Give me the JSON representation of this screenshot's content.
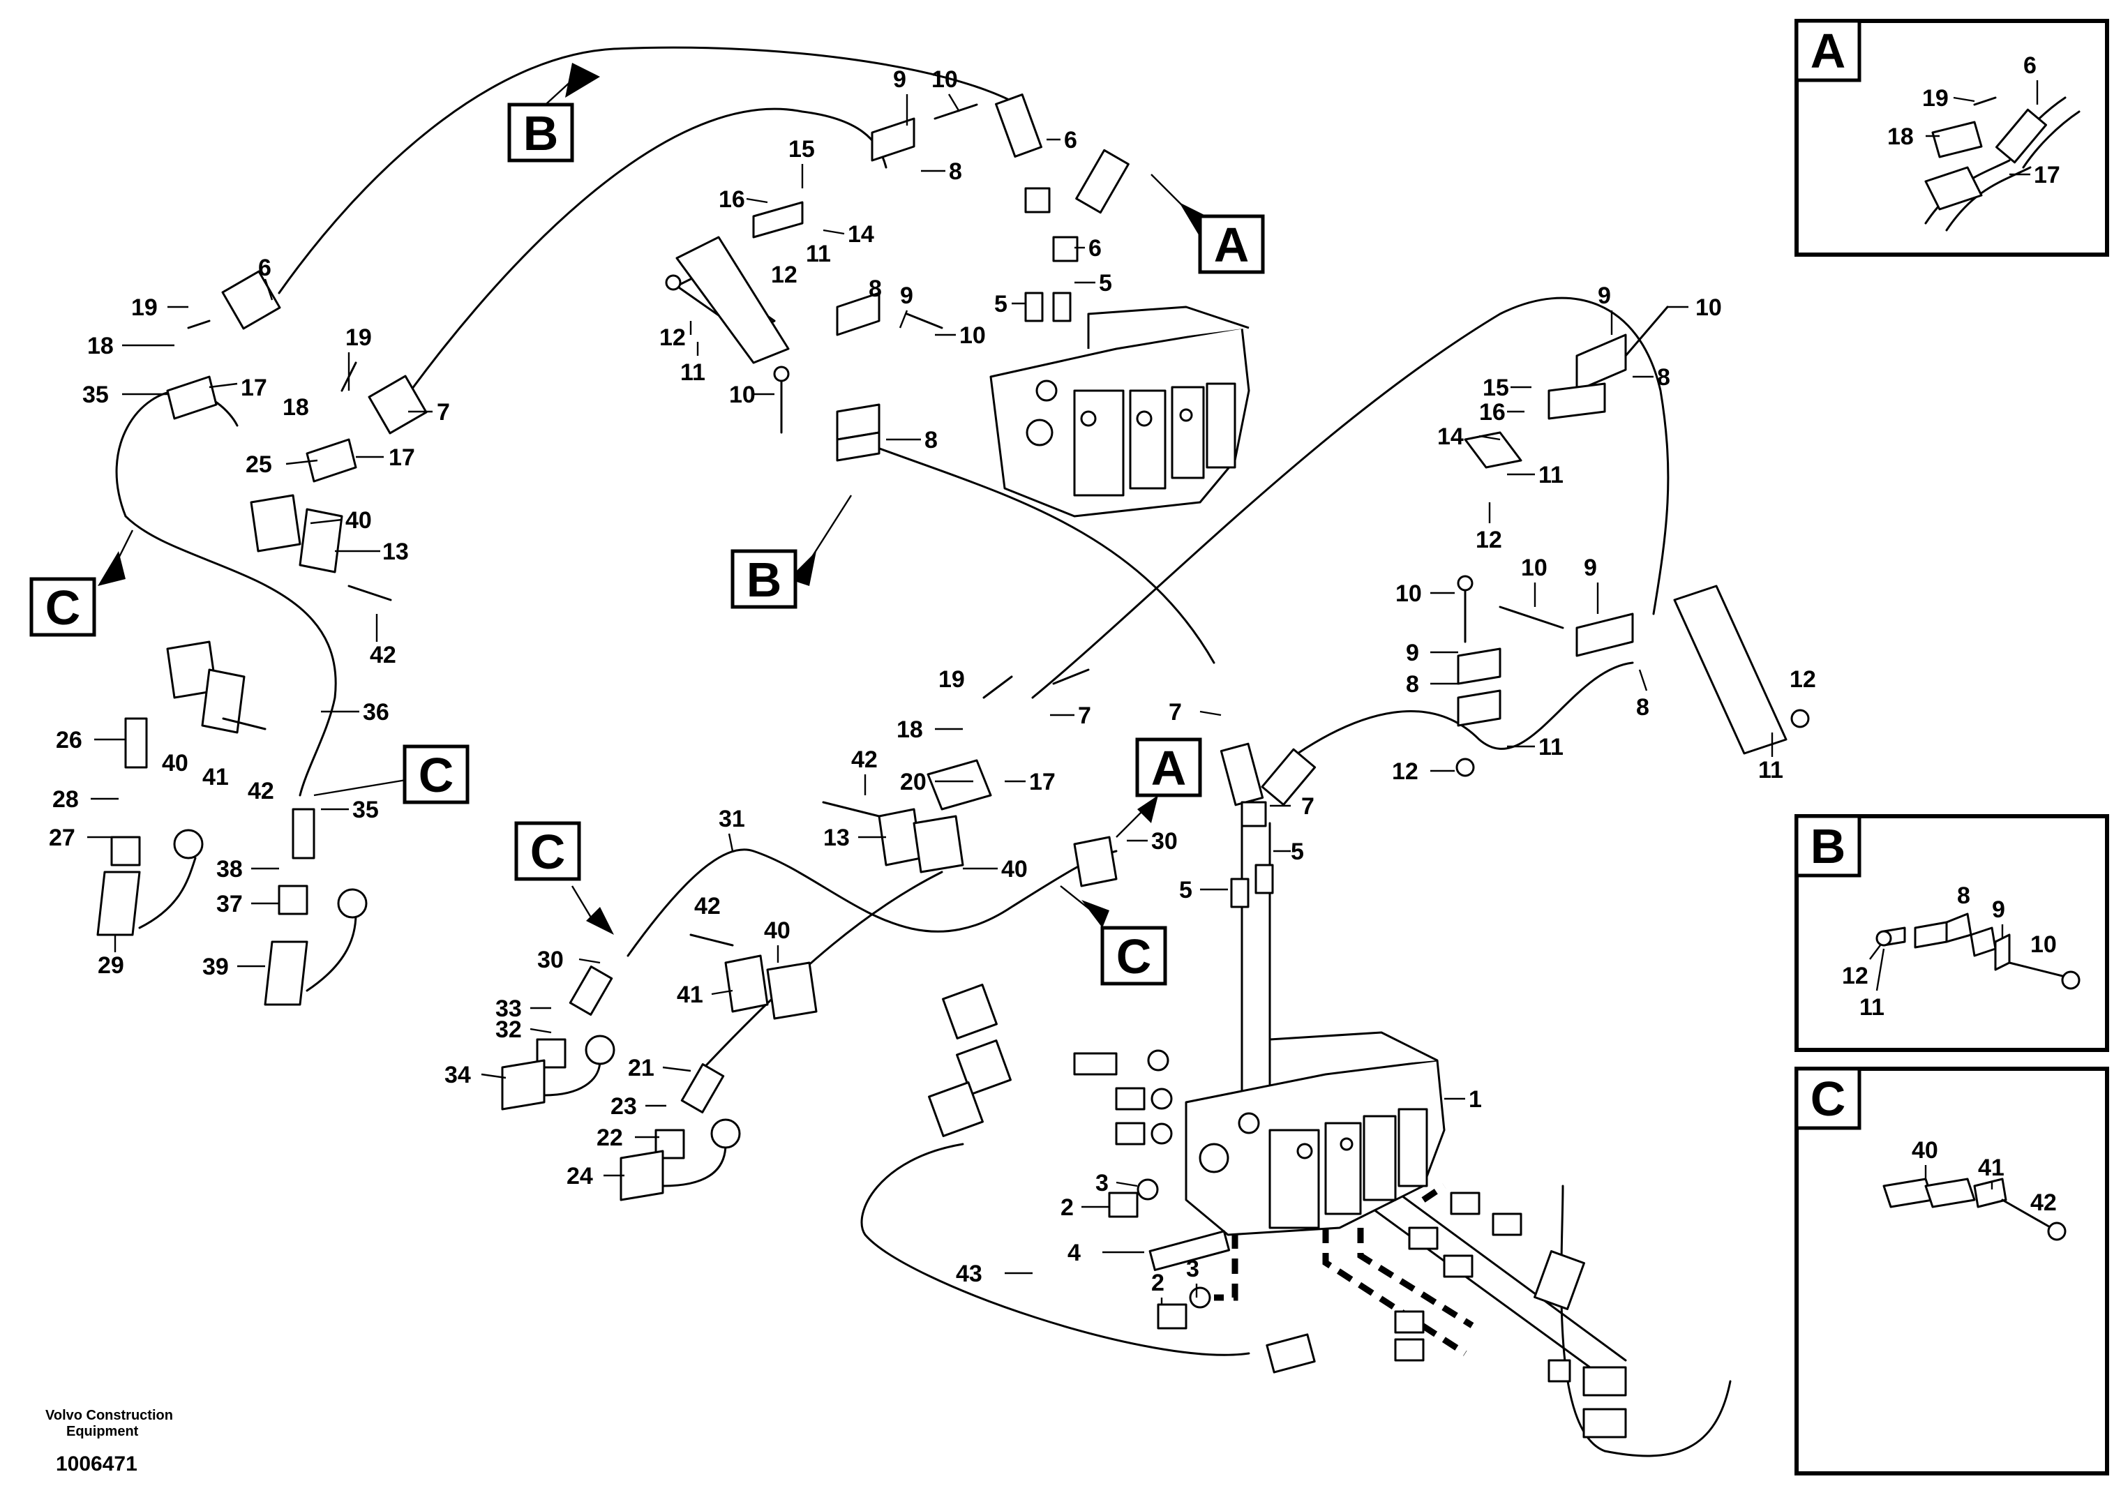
{
  "credit": {
    "line1": "Volvo Construction",
    "line2": "Equipment",
    "doc_number": "1006471"
  },
  "callouts": {
    "A": "A",
    "B": "B",
    "C": "C"
  },
  "insets": {
    "A": {
      "label": "A",
      "parts": [
        "19",
        "6",
        "18",
        "17"
      ]
    },
    "B": {
      "label": "B",
      "parts": [
        "8",
        "9",
        "10",
        "12",
        "11"
      ]
    },
    "C": {
      "label": "C",
      "parts": [
        "40",
        "41",
        "42"
      ]
    }
  },
  "part_numbers": [
    "1",
    "2",
    "3",
    "4",
    "5",
    "6",
    "7",
    "8",
    "9",
    "10",
    "11",
    "12",
    "13",
    "14",
    "15",
    "16",
    "17",
    "18",
    "19",
    "20",
    "21",
    "22",
    "23",
    "24",
    "25",
    "26",
    "27",
    "28",
    "29",
    "30",
    "31",
    "32",
    "33",
    "34",
    "35",
    "36",
    "37",
    "38",
    "39",
    "40",
    "41",
    "42",
    "43"
  ]
}
